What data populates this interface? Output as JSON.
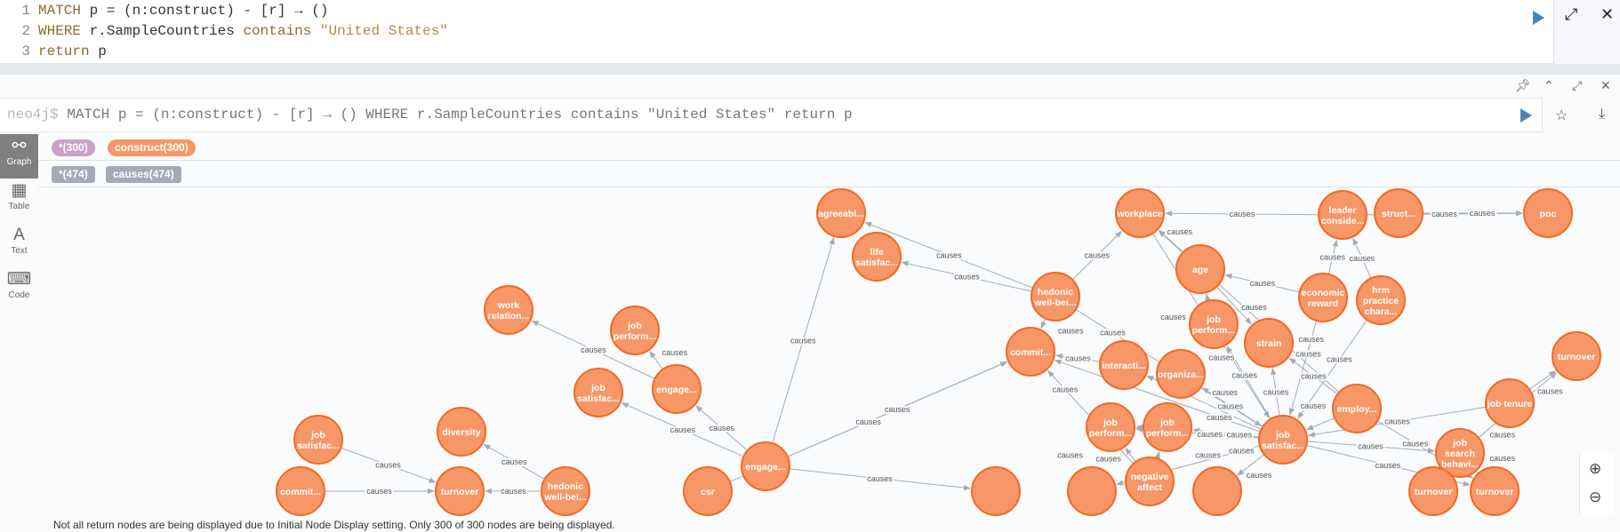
{
  "editor": {
    "lines": [
      {
        "num": "1",
        "parts": [
          {
            "t": "MATCH",
            "c": "kw"
          },
          {
            "t": " p = (n:construct) - [r] → ()",
            "c": ""
          }
        ]
      },
      {
        "num": "2",
        "parts": [
          {
            "t": "WHERE",
            "c": "kw"
          },
          {
            "t": " r.SampleCountries ",
            "c": ""
          },
          {
            "t": "contains",
            "c": "kw"
          },
          {
            "t": " ",
            "c": ""
          },
          {
            "t": "\"United States\"",
            "c": "str"
          }
        ]
      },
      {
        "num": "3",
        "parts": [
          {
            "t": "return",
            "c": "kw"
          },
          {
            "t": " p",
            "c": ""
          }
        ]
      }
    ]
  },
  "query": {
    "prompt": "neo4j$",
    "text": " MATCH p = (n:construct) - [r] → () WHERE r.SampleCountries contains \"United States\" return p"
  },
  "sidebar": [
    {
      "label": "Graph",
      "icon": "graph-icon",
      "glyph": "⚯"
    },
    {
      "label": "Table",
      "icon": "table-icon",
      "glyph": "▦"
    },
    {
      "label": "Text",
      "icon": "text-icon",
      "glyph": "A"
    },
    {
      "label": "Code",
      "icon": "code-icon",
      "glyph": "⌨"
    }
  ],
  "node_labels": [
    {
      "label": "*(300)",
      "color": "#c9a1c8"
    },
    {
      "label": "construct(300)",
      "color": "#f79767"
    }
  ],
  "rel_types": [
    {
      "label": "*(474)",
      "color": "#a5abb6"
    },
    {
      "label": "causes(474)",
      "color": "#a5abb6"
    }
  ],
  "colors": {
    "node_fill": "#f79767",
    "node_stroke": "#f36924",
    "edge": "#a5abb6",
    "run": "#4c86b8"
  },
  "graph": {
    "nodes": [
      {
        "id": 0,
        "lines": []
      },
      {
        "id": 1,
        "lines": [
          "agreeabl..."
        ]
      },
      {
        "id": 2,
        "lines": [
          "workplace"
        ]
      },
      {
        "id": 3,
        "lines": [
          "leader",
          "conside..."
        ]
      },
      {
        "id": 4,
        "lines": [
          "struct..."
        ]
      },
      {
        "id": 5,
        "lines": [
          "poc"
        ]
      },
      {
        "id": 6,
        "lines": [
          "life",
          "satisfac..."
        ]
      },
      {
        "id": 7,
        "lines": [
          "age"
        ]
      },
      {
        "id": 8,
        "lines": [
          "hedonic",
          "well-bei..."
        ]
      },
      {
        "id": 9,
        "lines": [
          "economic",
          "reward"
        ]
      },
      {
        "id": 10,
        "lines": [
          "hrm",
          "practice",
          "chara..."
        ]
      },
      {
        "id": 11,
        "lines": [
          "work",
          "relation..."
        ]
      },
      {
        "id": 12,
        "lines": [
          "job",
          "perform..."
        ]
      },
      {
        "id": 13,
        "lines": [
          "job",
          "perform..."
        ]
      },
      {
        "id": 14,
        "lines": [
          "strain"
        ]
      },
      {
        "id": 15,
        "lines": [
          "commit..."
        ]
      },
      {
        "id": 16,
        "lines": [
          "interacti..."
        ]
      },
      {
        "id": 17,
        "lines": [
          "organiza..."
        ]
      },
      {
        "id": 18,
        "lines": [
          "engage..."
        ]
      },
      {
        "id": 19,
        "lines": [
          "job",
          "satisfac..."
        ]
      },
      {
        "id": 20,
        "lines": [
          "employ..."
        ]
      },
      {
        "id": 21,
        "lines": [
          "job tenure"
        ]
      },
      {
        "id": 22,
        "lines": [
          "job",
          "perform..."
        ]
      },
      {
        "id": 23,
        "lines": [
          "job",
          "perform..."
        ]
      },
      {
        "id": 24,
        "lines": [
          "job",
          "satisfac..."
        ]
      },
      {
        "id": 25,
        "lines": [
          "job",
          "search",
          "behavi..."
        ]
      },
      {
        "id": 26,
        "lines": [
          "turnover"
        ]
      },
      {
        "id": 27,
        "lines": [
          "job",
          "satisfac..."
        ]
      },
      {
        "id": 28,
        "lines": [
          "diversity"
        ]
      },
      {
        "id": 29,
        "lines": [
          "engage..."
        ]
      },
      {
        "id": 30,
        "lines": [
          "negative",
          "affect"
        ]
      },
      {
        "id": 31,
        "lines": [
          "turnover"
        ]
      },
      {
        "id": 32,
        "lines": [
          "turnover"
        ]
      },
      {
        "id": 33,
        "lines": [
          "commit..."
        ]
      },
      {
        "id": 34,
        "lines": [
          "turnover"
        ]
      },
      {
        "id": 35,
        "lines": [
          "hedonic",
          "well-bei..."
        ]
      },
      {
        "id": 36,
        "lines": [
          "csr"
        ]
      },
      {
        "id": 37,
        "lines": []
      },
      {
        "id": 38,
        "lines": []
      },
      {
        "id": 39,
        "lines": []
      }
    ],
    "edges": [
      [
        8,
        1
      ],
      [
        8,
        6
      ],
      [
        8,
        2
      ],
      [
        8,
        15
      ],
      [
        8,
        24
      ],
      [
        7,
        2
      ],
      [
        3,
        2
      ],
      [
        3,
        5
      ],
      [
        9,
        7
      ],
      [
        10,
        3
      ],
      [
        9,
        3
      ],
      [
        13,
        7
      ],
      [
        7,
        14
      ],
      [
        18,
        12
      ],
      [
        18,
        11
      ],
      [
        29,
        1
      ],
      [
        29,
        19
      ],
      [
        29,
        15
      ],
      [
        29,
        18
      ],
      [
        29,
        37
      ],
      [
        27,
        34
      ],
      [
        33,
        34
      ],
      [
        35,
        34
      ],
      [
        35,
        28
      ],
      [
        36,
        15
      ],
      [
        24,
        15
      ],
      [
        24,
        16
      ],
      [
        24,
        17
      ],
      [
        24,
        22
      ],
      [
        24,
        23
      ],
      [
        24,
        13
      ],
      [
        24,
        14
      ],
      [
        20,
        24
      ],
      [
        21,
        24
      ],
      [
        21,
        26
      ],
      [
        25,
        26
      ],
      [
        24,
        25
      ],
      [
        24,
        31
      ],
      [
        31,
        25
      ],
      [
        30,
        22
      ],
      [
        30,
        23
      ],
      [
        20,
        2
      ],
      [
        4,
        5
      ],
      [
        20,
        14
      ],
      [
        9,
        24
      ],
      [
        10,
        24
      ],
      [
        23,
        22
      ],
      [
        16,
        15
      ],
      [
        24,
        38
      ],
      [
        24,
        39
      ],
      [
        20,
        31
      ],
      [
        2,
        24
      ],
      [
        30,
        15
      ]
    ],
    "edge_label": "causes"
  },
  "zoom_controls": {
    "zoom_in": "zoom-in-icon",
    "zoom_out": "zoom-out-icon"
  },
  "message": "Not all return nodes are being displayed due to Initial Node Display setting. Only 300 of 300 nodes are being displayed."
}
